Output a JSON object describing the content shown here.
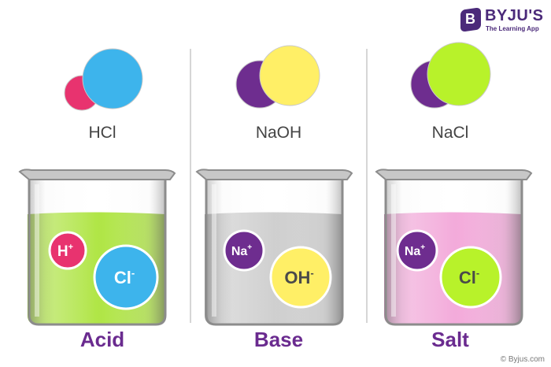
{
  "brand": {
    "name": "BYJU'S",
    "tagline": "The Learning App",
    "logo_letter": "B",
    "color": "#4b2a7a"
  },
  "copyright": "© Byjus.com",
  "panels": [
    {
      "formula": "HCl",
      "title": "Acid",
      "liquid_color": "#a6e22e",
      "molecule": {
        "small_color": "#e8336f",
        "big_color": "#3db4ec"
      },
      "ions": [
        {
          "text": "H",
          "sup": "+",
          "color": "#e8336f",
          "ring": "#ffffff"
        },
        {
          "text": "Cl",
          "sup": "-",
          "color": "#3db4ec",
          "ring": "#ffffff"
        }
      ]
    },
    {
      "formula": "NaOH",
      "title": "Base",
      "liquid_color": "#c9c9c9",
      "molecule": {
        "small_color": "#6e2d8f",
        "big_color": "#ffef66"
      },
      "ions": [
        {
          "text": "Na",
          "sup": "+",
          "color": "#6e2d8f",
          "ring": "#ffffff"
        },
        {
          "text": "OH",
          "sup": "-",
          "color": "#ffef66",
          "ring": "#ffffff"
        }
      ]
    },
    {
      "formula": "NaCl",
      "title": "Salt",
      "liquid_color": "#f2a0d6",
      "molecule": {
        "small_color": "#6e2d8f",
        "big_color": "#b8f22a"
      },
      "ions": [
        {
          "text": "Na",
          "sup": "+",
          "color": "#6e2d8f",
          "ring": "#ffffff"
        },
        {
          "text": "Cl",
          "sup": "-",
          "color": "#b8f22a",
          "ring": "#ffffff"
        }
      ]
    }
  ],
  "title_color": "#6a2b8f"
}
